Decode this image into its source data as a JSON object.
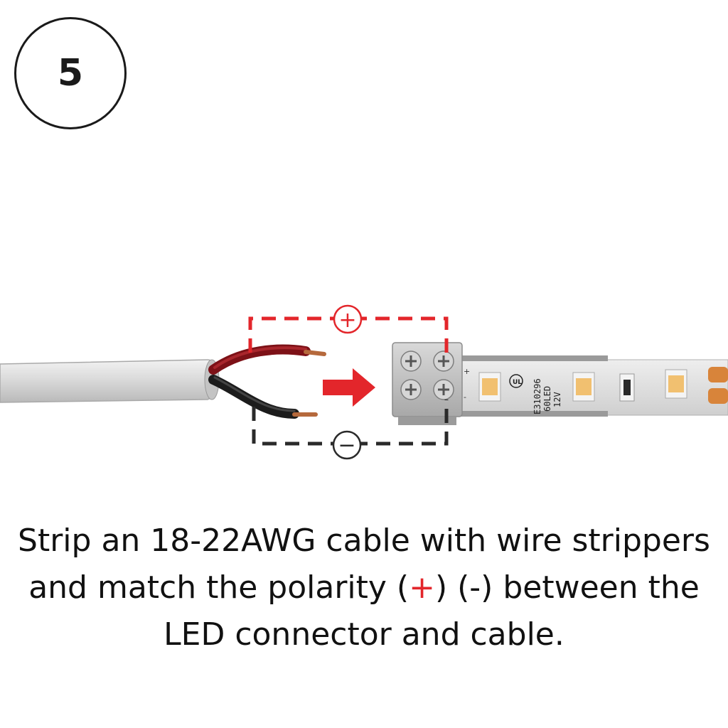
{
  "step": {
    "number": "5"
  },
  "connector": {
    "strip_text": [
      "E310296",
      "60LED",
      "12V"
    ],
    "ul_mark": "UL"
  },
  "polarity": {
    "positive_symbol": "+",
    "negative_symbol": "−",
    "positive_color": "#e3262b",
    "negative_color": "#222222"
  },
  "caption": {
    "line1": "Strip an 18-22AWG cable with wire strippers",
    "line2_pre": "and match the polarity (",
    "line2_plus": "+",
    "line2_post": ") (-) between the",
    "line3": "LED connector and cable."
  }
}
